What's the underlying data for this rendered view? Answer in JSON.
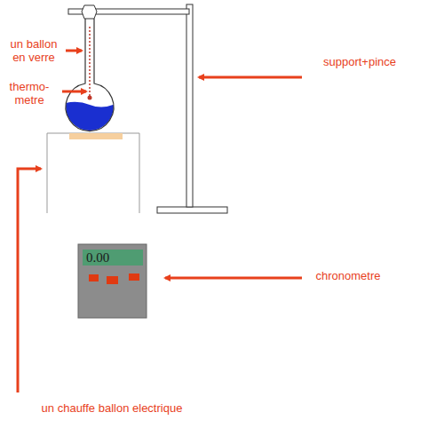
{
  "diagram": {
    "nodes": [
      {
        "text": [
          "0.00"
        ]
      }
    ],
    "labels": [
      "un ballon en verre",
      "thermo- metre",
      "support+pince",
      "chronometre",
      "un chauffe ballon electrique"
    ]
  }
}
